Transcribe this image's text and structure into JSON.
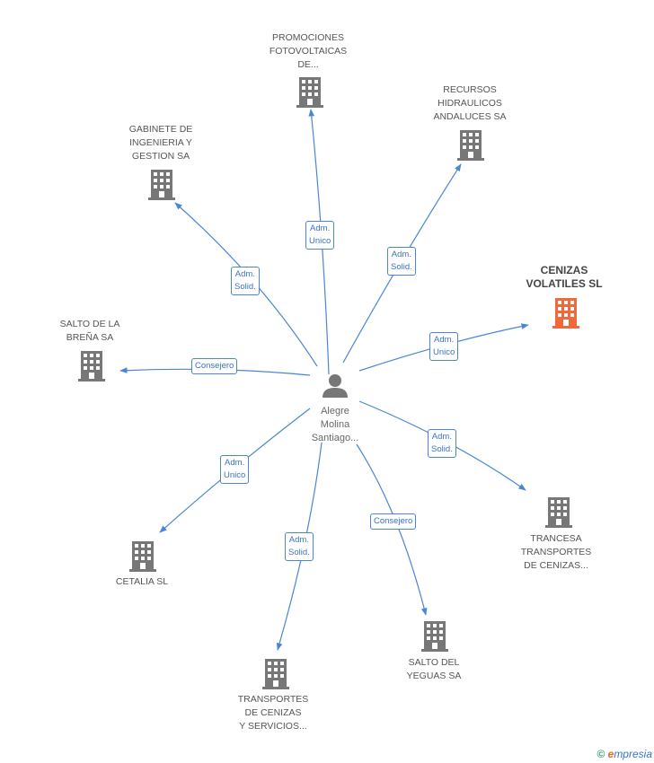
{
  "center": {
    "lines": [
      "Alegre",
      "Molina",
      "Santiago..."
    ],
    "icon": "person-icon"
  },
  "colors": {
    "edge": "#4a86d4",
    "building": "#777777",
    "building_highlight": "#ee6a3c"
  },
  "nodes": [
    {
      "id": "promociones",
      "lines": [
        "PROMOCIONES",
        "FOTOVOLTAICAS",
        "DE..."
      ],
      "edge_lines": [
        "Adm.",
        "Unico"
      ]
    },
    {
      "id": "recursos",
      "lines": [
        "RECURSOS",
        "HIDRAULICOS",
        "ANDALUCES SA"
      ],
      "edge_lines": [
        "Adm.",
        "Solid."
      ]
    },
    {
      "id": "gabinete",
      "lines": [
        "GABINETE DE",
        "INGENIERIA Y",
        "GESTION SA"
      ],
      "edge_lines": [
        "Adm.",
        "Solid."
      ]
    },
    {
      "id": "cenizas",
      "lines": [
        "CENIZAS",
        "VOLATILES SL"
      ],
      "edge_lines": [
        "Adm.",
        "Unico"
      ],
      "highlight": true
    },
    {
      "id": "salto-brena",
      "lines": [
        "SALTO DE LA",
        "BREÑA SA"
      ],
      "edge_lines": [
        "Consejero"
      ]
    },
    {
      "id": "trancesa",
      "lines": [
        "TRANCESA",
        "TRANSPORTES",
        "DE CENIZAS..."
      ],
      "edge_lines": [
        "Adm.",
        "Solid."
      ]
    },
    {
      "id": "cetalia",
      "lines": [
        "CETALIA SL"
      ],
      "edge_lines": [
        "Adm.",
        "Unico"
      ]
    },
    {
      "id": "transportes",
      "lines": [
        "TRANSPORTES",
        "DE CENIZAS",
        "Y SERVICIOS..."
      ],
      "edge_lines": [
        "Adm.",
        "Solid."
      ]
    },
    {
      "id": "salto-yeguas",
      "lines": [
        "SALTO DEL",
        "YEGUAS SA"
      ],
      "edge_lines": [
        "Consejero"
      ]
    }
  ],
  "footer": {
    "copyright": "©",
    "brand_initial": "e",
    "brand_rest": "mpresia"
  }
}
